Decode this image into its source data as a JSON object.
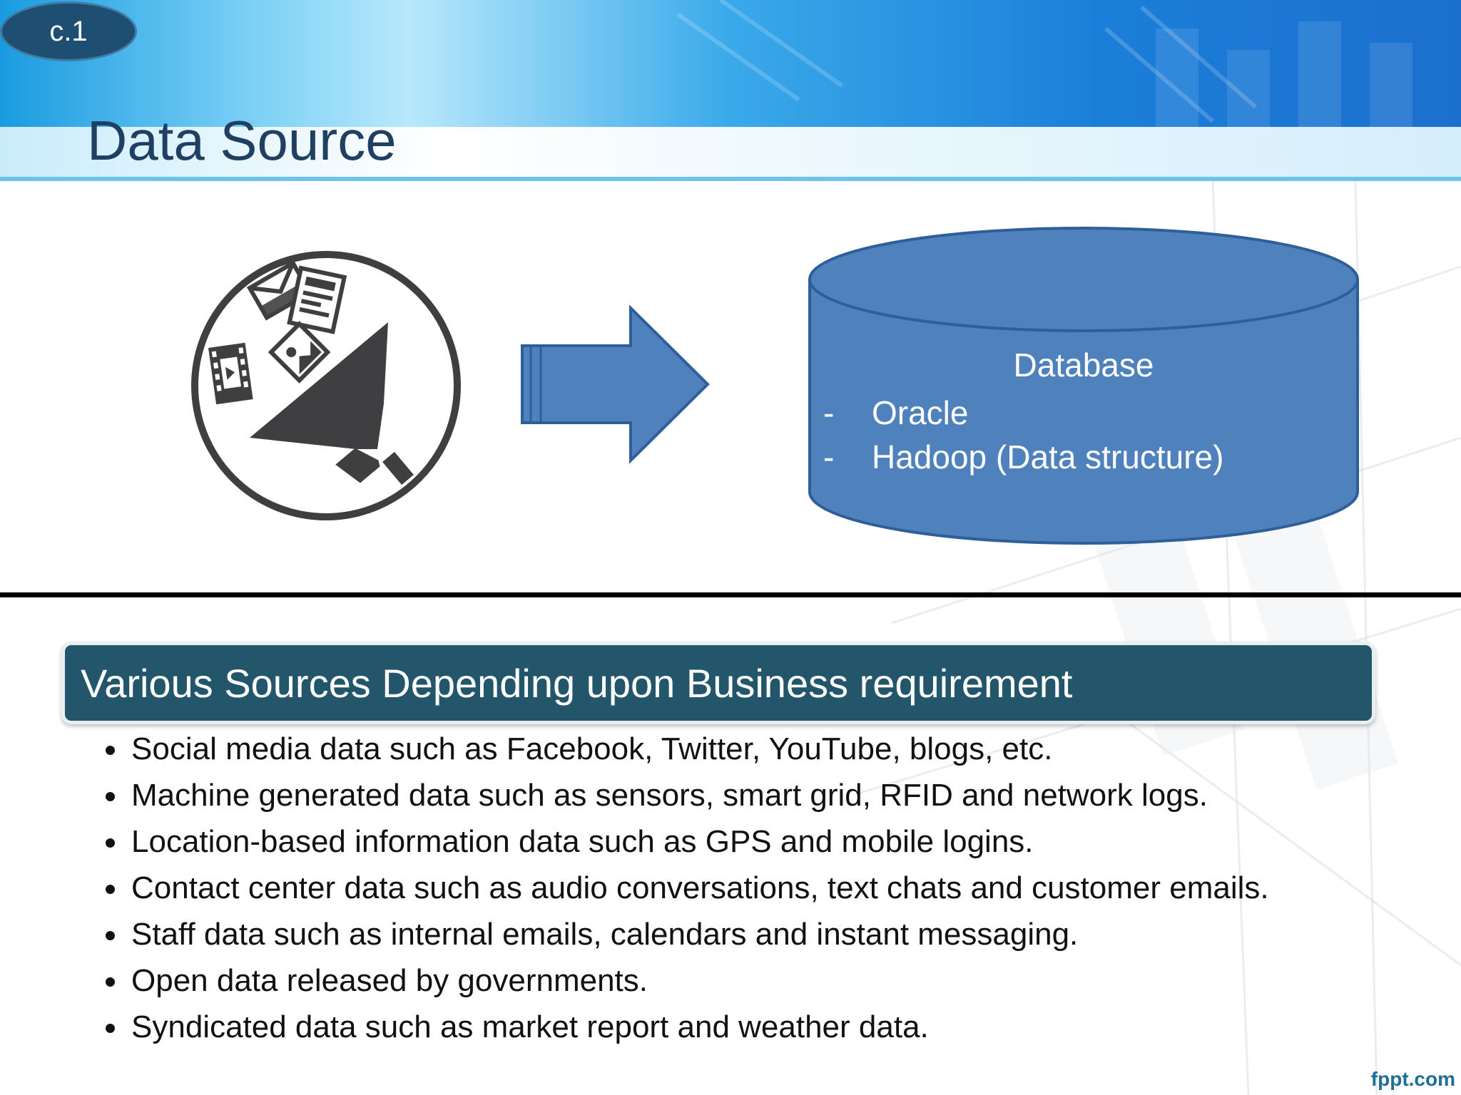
{
  "slide": {
    "badge": "c.1",
    "title": "Data Source"
  },
  "diagram": {
    "source_icon": "funnel-with-documents-icon",
    "arrow_icon": "right-arrow",
    "database": {
      "title": "Database",
      "items": [
        {
          "marker": "-",
          "text": "Oracle"
        },
        {
          "marker": "-",
          "text": "Hadoop (Data structure)"
        }
      ]
    }
  },
  "sources": {
    "header": "Various Sources Depending upon Business requirement",
    "items": [
      "Social media data such as Facebook, Twitter, YouTube, blogs, etc.",
      "Machine generated data such as sensors, smart grid, RFID and network logs.",
      "Location-based information data such as GPS and mobile logins.",
      "Contact center data such as audio conversations, text chats and customer emails.",
      "Staff data such as internal emails, calendars and instant messaging.",
      "Open data released by governments.",
      "Syndicated data such as market report and weather data."
    ]
  },
  "footer": {
    "brand": "fppt.com"
  },
  "colors": {
    "title": "#1f3f63",
    "badge": "#1e4f73",
    "database_fill": "#4f81bd",
    "section_header": "#23566a",
    "icon_dark": "#3f3f41"
  }
}
